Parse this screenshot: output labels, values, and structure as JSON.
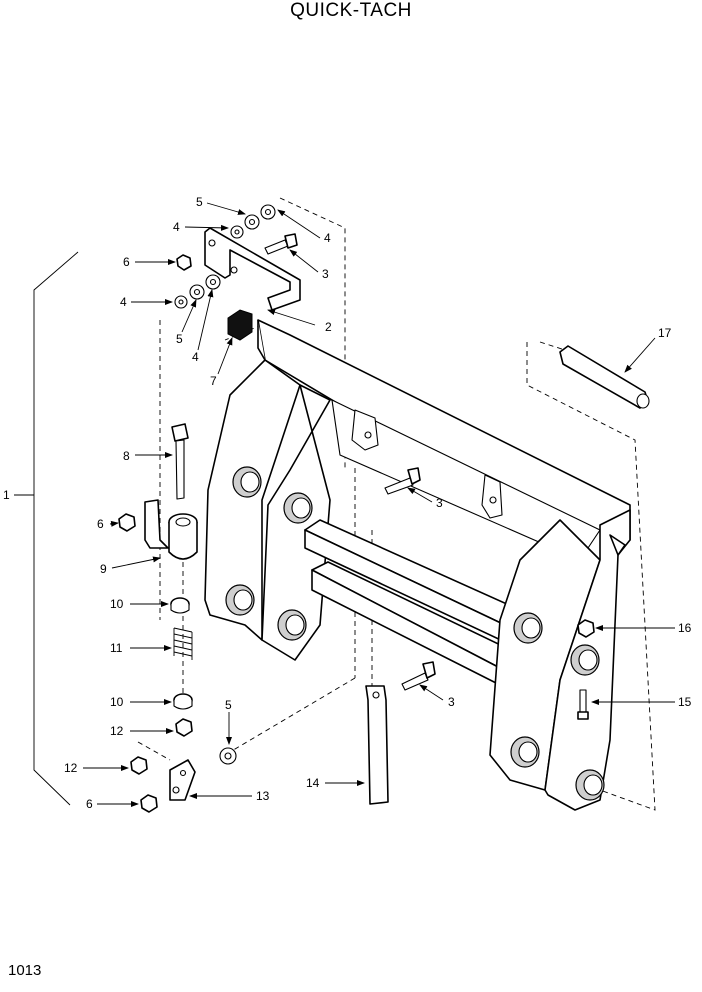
{
  "page": {
    "title": "QUICK-TACH",
    "page_number": "1013"
  },
  "callouts": {
    "c1": "1",
    "c2": "2",
    "c3a": "3",
    "c3b": "3",
    "c3c": "3",
    "c4a": "4",
    "c4b": "4",
    "c4c": "4",
    "c4d": "4",
    "c5a": "5",
    "c5b": "5",
    "c5c": "5",
    "c6a": "6",
    "c6b": "6",
    "c6c": "6",
    "c7": "7",
    "c8": "8",
    "c9": "9",
    "c10a": "10",
    "c10b": "10",
    "c11": "11",
    "c12a": "12",
    "c12b": "12",
    "c13": "13",
    "c14": "14",
    "c15": "15",
    "c16": "16",
    "c17": "17"
  }
}
